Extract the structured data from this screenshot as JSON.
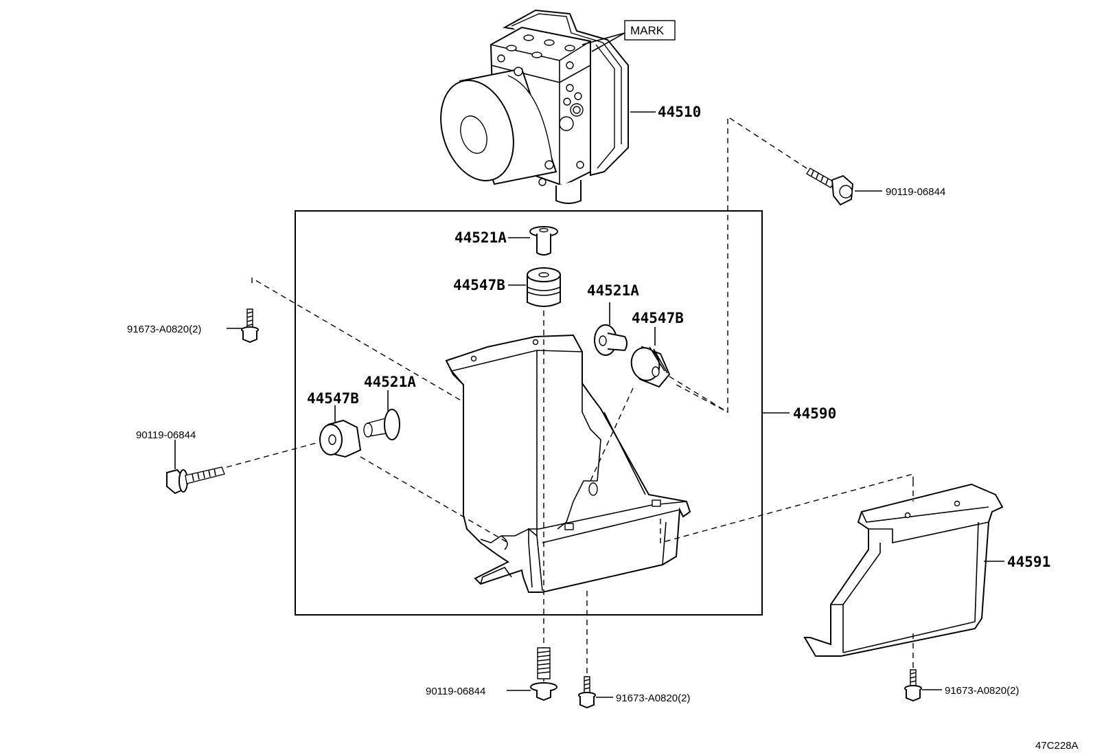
{
  "diagram": {
    "mark_label": "MARK",
    "figure_code": "47C228A",
    "labels": {
      "actuator": "44510",
      "bolt_top_right": "90119-06844",
      "bolt_left": "90119-06844",
      "bolt_bottom": "90119-06844",
      "bracket_assy": "44590",
      "bracket_lower": "44591",
      "collar_top": "44521A",
      "collar_mid": "44521A",
      "collar_left": "44521A",
      "cushion_top": "44547B",
      "cushion_mid": "44547B",
      "cushion_left": "44547B",
      "nut_left": "91673-A0820(2)",
      "nut_bottom": "91673-A0820(2)",
      "nut_right": "91673-A0820(2)"
    }
  }
}
